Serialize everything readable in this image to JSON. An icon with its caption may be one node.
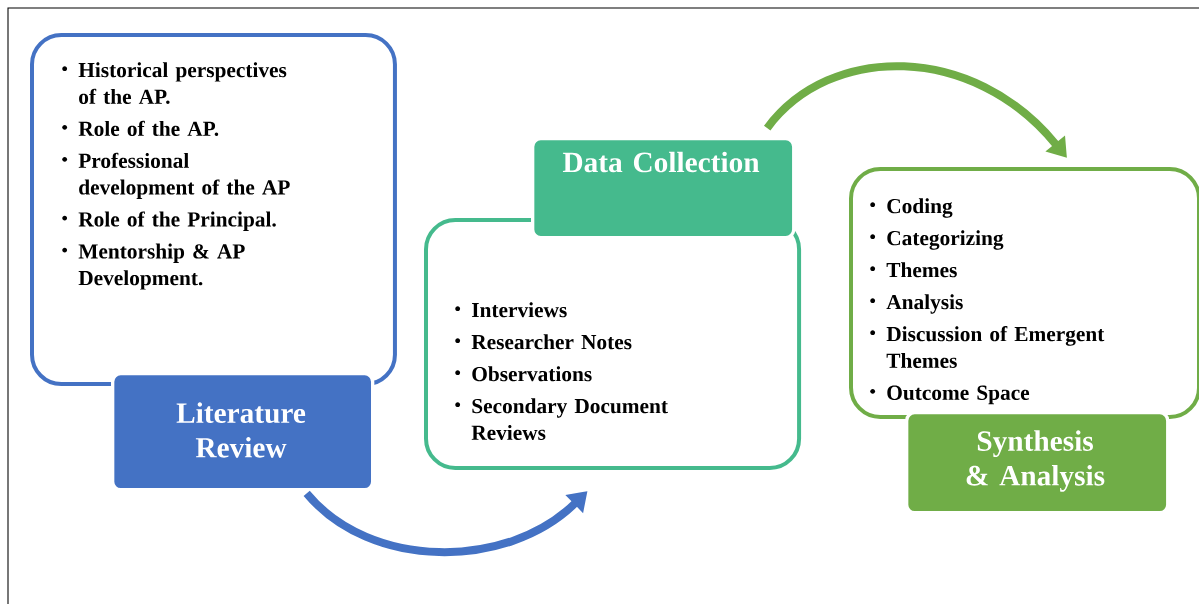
{
  "diagram": {
    "nodes": [
      {
        "text": [
          "Historical perspectives of the AP.",
          "Role of the AP.",
          "Professional development of the AP",
          "Role of the Principal.",
          "Mentorship & AP Development."
        ]
      },
      {
        "text": [
          "Literature Review"
        ]
      },
      {
        "text": [
          "Interviews",
          "Researcher Notes",
          "Observations",
          "Secondary Document Reviews"
        ]
      },
      {
        "text": [
          "Data Collection"
        ]
      },
      {
        "text": [
          "Coding",
          "Categorizing",
          "Themes",
          "Analysis",
          "Discussion of Emergent Themes",
          "Outcome Space"
        ]
      },
      {
        "text": [
          "Synthesis & Analysis"
        ]
      }
    ],
    "edges": [
      {
        "from": 1,
        "to": 2,
        "arrow": "to",
        "color": "#4472c4"
      },
      {
        "from": 3,
        "to": 4,
        "arrow": "to",
        "color": "#70ad47"
      }
    ]
  }
}
